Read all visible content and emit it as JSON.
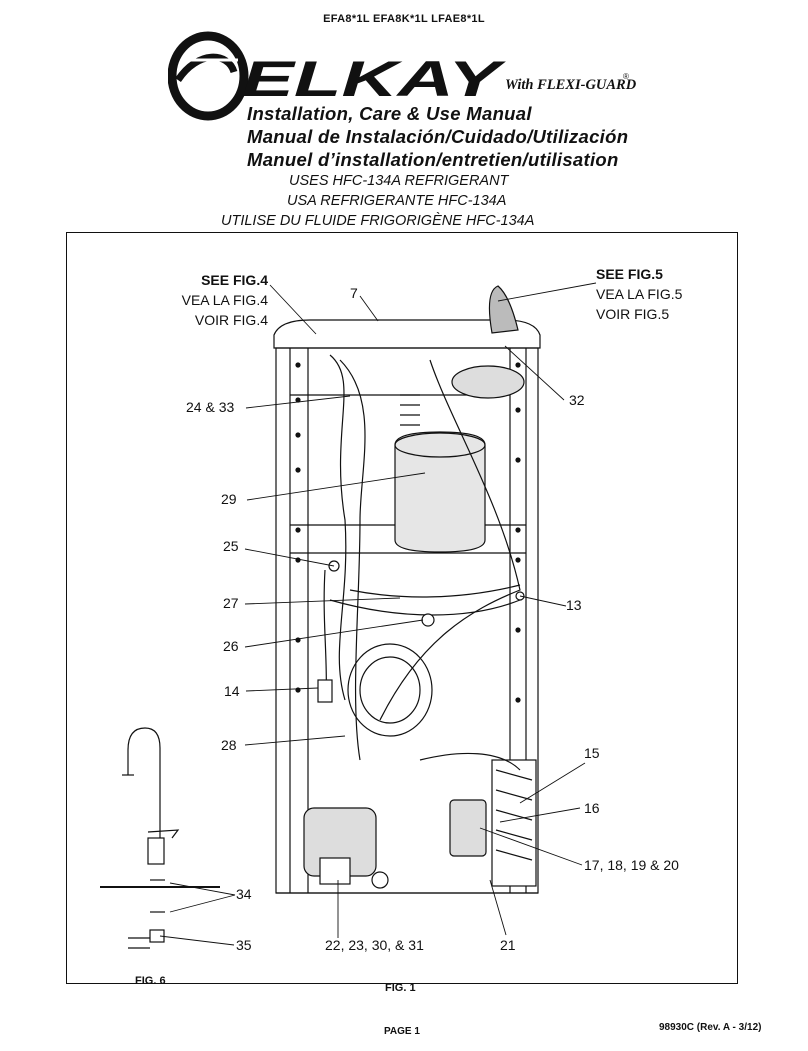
{
  "header": {
    "models": "EFA8*1L   EFA8K*1L   LFAE8*1L",
    "brand": "ELKAY",
    "brand_suffix": "With FLEXI-GUARD",
    "registered": "®",
    "titles": [
      "Installation, Care & Use Manual",
      "Manual  de  Instalación/Cuidado/Utilización",
      "Manuel   d’installation/entretien/utilisation"
    ],
    "refrigerant": [
      "USES HFC-134A REFRIGERANT",
      "USA REFRIGERANTE HFC-134A",
      "UTILISE DU FLUIDE FRIGORIGÈNE HFC-134A"
    ]
  },
  "figure": {
    "see_fig4": {
      "en": "SEE FIG.4",
      "es": "VEA LA FIG.4",
      "fr": "VOIR FIG.4"
    },
    "see_fig5": {
      "en": "SEE FIG.5",
      "es": "VEA LA FIG.5",
      "fr": "VOIR FIG.5"
    },
    "labels": {
      "l7": "7",
      "l32": "32",
      "l24_33": "24 & 33",
      "l29": "29",
      "l25": "25",
      "l27": "27",
      "l13": "13",
      "l26": "26",
      "l14": "14",
      "l28": "28",
      "l15": "15",
      "l16": "16",
      "l17_20": "17, 18, 19 & 20",
      "l34": "34",
      "l35": "35",
      "l22_31": "22, 23, 30, & 31",
      "l21": "21"
    },
    "fig6_caption": "FIG. 6",
    "fig1_caption": "FIG. 1"
  },
  "footer": {
    "page": "PAGE 1",
    "doc_number": "98930C (Rev. A - 3/12)"
  }
}
